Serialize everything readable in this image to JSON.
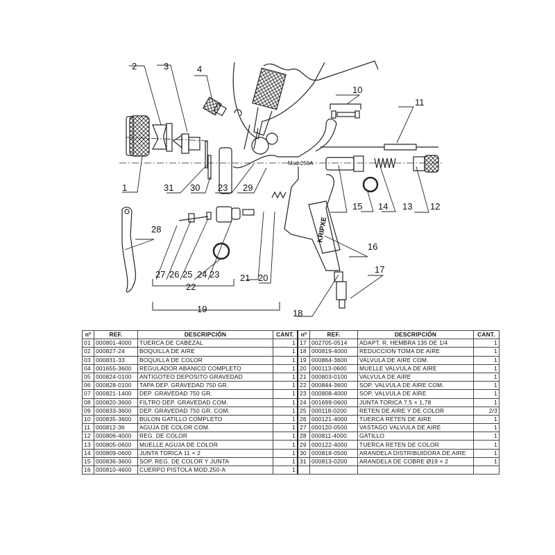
{
  "diagram": {
    "model_label": "Mod.250A",
    "brand_label": "KRIPXE",
    "callouts": [
      "1",
      "2",
      "3",
      "4",
      "10",
      "11",
      "12",
      "13",
      "14",
      "15",
      "16",
      "17",
      "18",
      "19",
      "20",
      "21",
      "22",
      "23",
      "23",
      "24",
      "25",
      "26",
      "27",
      "28",
      "29",
      "30",
      "31"
    ]
  },
  "table": {
    "headers": {
      "n": "nº",
      "ref": "REF.",
      "desc": "DESCRIPCIÓN",
      "qty": "CANT."
    },
    "left": [
      {
        "n": "01",
        "ref": "000801-4000",
        "desc": "TUERCA DE CABEZAL",
        "qty": "1"
      },
      {
        "n": "02",
        "ref": "000827-24",
        "desc": "BOQUILLA DE AIRE",
        "qty": "1"
      },
      {
        "n": "03",
        "ref": "000831-33",
        "desc": "BOQUILLA DE COLOR",
        "qty": "1"
      },
      {
        "n": "04",
        "ref": "001655-3600",
        "desc": "REGULADOR ABANICO COMPLETO",
        "qty": "1"
      },
      {
        "n": "05",
        "ref": "000824-0100",
        "desc": "ANTIGOTEO DEPOSITO GRAVEDAD",
        "qty": "1"
      },
      {
        "n": "06",
        "ref": "000828-0100",
        "desc": "TAPA DEP. GRAVEDAD 750 GR.",
        "qty": "1"
      },
      {
        "n": "07",
        "ref": "000821-1400",
        "desc": "DEP. GRAVEDAD 750 GR.",
        "qty": "1"
      },
      {
        "n": "08",
        "ref": "000820-3600",
        "desc": "FILTRO DEP. GRAVEDAD COM.",
        "qty": "1"
      },
      {
        "n": "09",
        "ref": "000833-3600",
        "desc": "DEP. GRAVEDAD 750 GR. COM.",
        "qty": "1"
      },
      {
        "n": "10",
        "ref": "000835-3600",
        "desc": "BULON GATILLO COMPLETO",
        "qty": "1"
      },
      {
        "n": "11",
        "ref": "000812-36",
        "desc": "AGUJA DE COLOR COM.",
        "qty": "1"
      },
      {
        "n": "12",
        "ref": "000806-4000",
        "desc": "REG. DE COLOR",
        "qty": "1"
      },
      {
        "n": "13",
        "ref": "000805-0600",
        "desc": "MUELLE AGUJA DE COLOR",
        "qty": "1"
      },
      {
        "n": "14",
        "ref": "000809-0600",
        "desc": "JUNTA TORICA 11 × 2",
        "qty": "1"
      },
      {
        "n": "15",
        "ref": "000836-3600",
        "desc": "SOP. REG. DE COLOR Y JUNTA",
        "qty": "1"
      },
      {
        "n": "16",
        "ref": "000810-4600",
        "desc": "CUERPO PISTOLA MOD.250-A",
        "qty": "1"
      }
    ],
    "right": [
      {
        "n": "17",
        "ref": "002705-0514",
        "desc": "ADAPT. R. HEMBRA 135 DE 1/4",
        "qty": "1"
      },
      {
        "n": "18",
        "ref": "000819-4000",
        "desc": "REDUCCION TOMA DE AIRE",
        "qty": "1"
      },
      {
        "n": "19",
        "ref": "000864-3600",
        "desc": "VALVULA DE AIRE COM.",
        "qty": "1"
      },
      {
        "n": "20",
        "ref": "000113-0600",
        "desc": "MUELLE VALVULA DE AIRE",
        "qty": "1"
      },
      {
        "n": "21",
        "ref": "000803-0100",
        "desc": "VALVULA DE AIRE",
        "qty": "1"
      },
      {
        "n": "22",
        "ref": "000844-3600",
        "desc": "SOP. VALVULA DE AIRE COM.",
        "qty": "1"
      },
      {
        "n": "23",
        "ref": "000808-4000",
        "desc": "SOP. VALVULA DE AIRE",
        "qty": "1"
      },
      {
        "n": "24",
        "ref": "001699-0600",
        "desc": "JUNTA TORICA 7,5 × 1,78",
        "qty": "1"
      },
      {
        "n": "25",
        "ref": "000118-0200",
        "desc": "RETEN DE AIRE Y DE COLOR",
        "qty": "2/3"
      },
      {
        "n": "26",
        "ref": "000121-4000",
        "desc": "TUERCA RETEN DE AIRE",
        "qty": "1"
      },
      {
        "n": "27",
        "ref": "000120-0500",
        "desc": "VASTAGO VALVULA DE AIRE",
        "qty": "1"
      },
      {
        "n": "28",
        "ref": "000811-4000",
        "desc": "GATILLO",
        "qty": "1"
      },
      {
        "n": "29",
        "ref": "000122-4000",
        "desc": "TUERCA RETEN DE COLOR",
        "qty": "1"
      },
      {
        "n": "30",
        "ref": "000818-0500",
        "desc": "ARANDELA DISTRIBUIDORA DE AIRE",
        "qty": "1"
      },
      {
        "n": "31",
        "ref": "000813-0200",
        "desc": "ARANDELA DE COBRE Ø19 × 2",
        "qty": "1"
      },
      {
        "n": "",
        "ref": "",
        "desc": "",
        "qty": ""
      }
    ]
  }
}
